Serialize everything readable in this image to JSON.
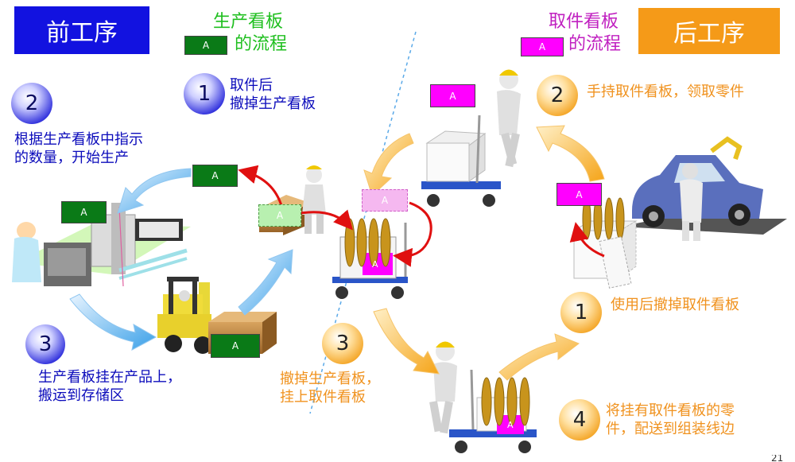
{
  "header": {
    "left_label": "前工序",
    "right_label": "后工序",
    "left_color": "#1212e0",
    "right_color": "#f59a18"
  },
  "legend_left": {
    "line1": "生产看板",
    "line2": "的流程",
    "card_label": "A",
    "color": "#1fbf1f"
  },
  "legend_right": {
    "line1": "取件看板",
    "line2": "的流程",
    "card_label": "A",
    "color": "#c020c0"
  },
  "left_steps": [
    {
      "num": "1",
      "line1": "取件后",
      "line2": "撤掉生产看板"
    },
    {
      "num": "2",
      "line1": "根据生产看板中指示",
      "line2": "的数量，开始生产"
    },
    {
      "num": "3",
      "line1": "生产看板挂在产品上，",
      "line2": "搬运到存储区"
    }
  ],
  "right_steps": [
    {
      "num": "2",
      "line1": "手持取件看板，领取零件"
    },
    {
      "num": "1",
      "line1": "使用后撤掉取件看板"
    },
    {
      "num": "3",
      "line1": "撤掉生产看板，",
      "line2": "挂上取件看板"
    },
    {
      "num": "4",
      "line1": "将挂有取件看板的零",
      "line2": "件，配送到组装线边"
    }
  ],
  "cards": {
    "green_a1": "A",
    "green_a2": "A",
    "green_a3": "A",
    "green_a_pale": "A",
    "pink_a1": "A",
    "pink_a2": "A",
    "pink_a_pale": "A",
    "pink_a_bin1": "A",
    "pink_a_bin2": "A"
  },
  "page_number": "21"
}
